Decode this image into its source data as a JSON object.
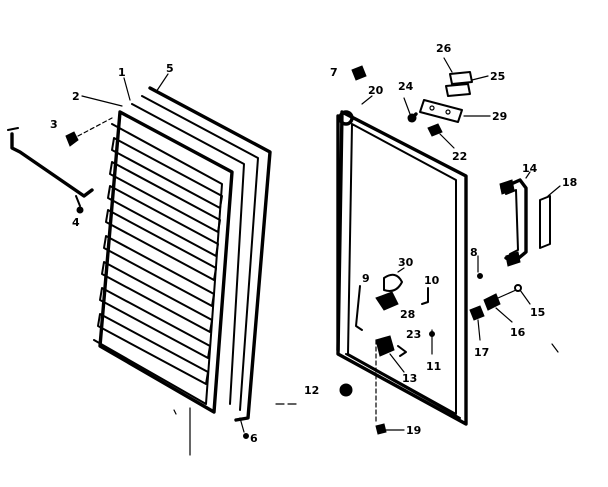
{
  "diagram": {
    "callouts": [
      {
        "id": "c1",
        "text": "1"
      },
      {
        "id": "c2",
        "text": "2"
      },
      {
        "id": "c3",
        "text": "3"
      },
      {
        "id": "c4",
        "text": "4"
      },
      {
        "id": "c5",
        "text": "5"
      },
      {
        "id": "c6",
        "text": "6"
      },
      {
        "id": "c7",
        "text": "7"
      },
      {
        "id": "c8",
        "text": "8"
      },
      {
        "id": "c9",
        "text": "9"
      },
      {
        "id": "c10",
        "text": "10"
      },
      {
        "id": "c11",
        "text": "11"
      },
      {
        "id": "c12",
        "text": "12"
      },
      {
        "id": "c13",
        "text": "13"
      },
      {
        "id": "c14",
        "text": "14"
      },
      {
        "id": "c15",
        "text": "15"
      },
      {
        "id": "c16",
        "text": "16"
      },
      {
        "id": "c17",
        "text": "17"
      },
      {
        "id": "c18",
        "text": "18"
      },
      {
        "id": "c19",
        "text": "19"
      },
      {
        "id": "c20",
        "text": "20"
      },
      {
        "id": "c22",
        "text": "22"
      },
      {
        "id": "c23",
        "text": "23"
      },
      {
        "id": "c24",
        "text": "24"
      },
      {
        "id": "c25",
        "text": "25"
      },
      {
        "id": "c26",
        "text": "26"
      },
      {
        "id": "c28",
        "text": "28"
      },
      {
        "id": "c29",
        "text": "29"
      },
      {
        "id": "c30",
        "text": "30"
      }
    ]
  }
}
